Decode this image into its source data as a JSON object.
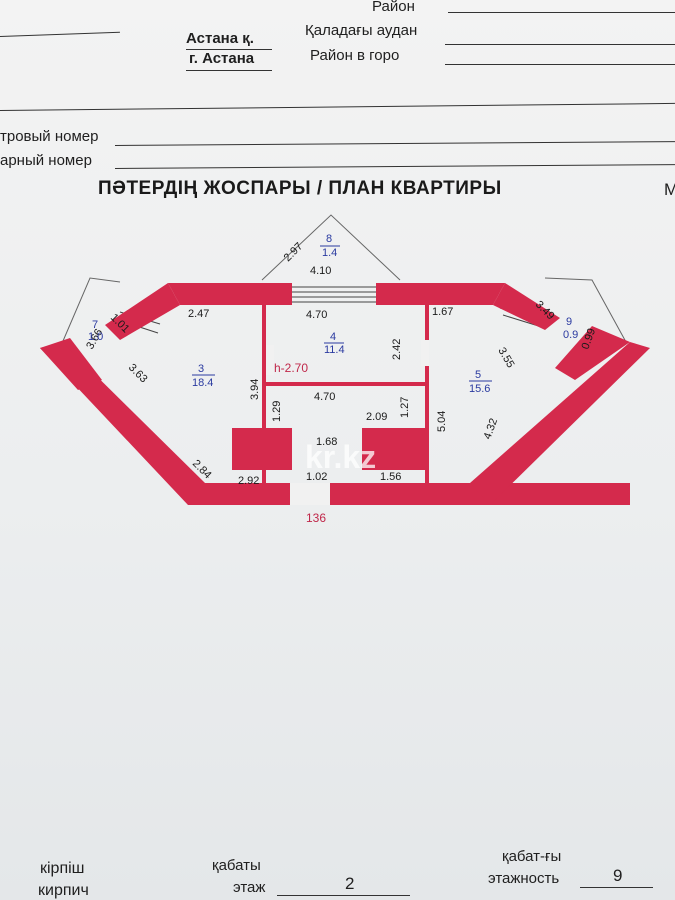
{
  "header": {
    "rayon_label": "Район",
    "city_kz": "Астана қ.",
    "district_kz": "Қаладағы аудан",
    "city_ru": "г. Астана",
    "district_ru": "Район в горо",
    "cadastral_label": "тровый номер",
    "inventory_label": "арный номер",
    "corner_letter": "М"
  },
  "title": "ПӘТЕРДІҢ ЖОСПАРЫ / ПЛАН КВАРТИРЫ",
  "plan": {
    "dimensions": [
      "2.97",
      "4.10",
      "4.70",
      "2.47",
      "1.01",
      "3.66",
      "3.63",
      "2.42",
      "1.67",
      "3.49",
      "0.99",
      "3.55",
      "3.94",
      "4.70",
      "1.29",
      "1.27",
      "2.09",
      "5.04",
      "4.32",
      "1.68",
      "2.92",
      "1.02",
      "1.56",
      "2.84"
    ],
    "rooms": [
      {
        "number": "8",
        "area": "1.4"
      },
      {
        "number": "7",
        "area": "1.0"
      },
      {
        "number": "4",
        "area": "11.4"
      },
      {
        "number": "9",
        "area": "0.9"
      },
      {
        "number": "3",
        "area": "18.4"
      },
      {
        "number": "5",
        "area": "15.6"
      }
    ],
    "height_label": "h-2.70",
    "bottom_marker": "136",
    "watermark": "kr.kz"
  },
  "footer": {
    "material_kz": "кірпіш",
    "material_ru": "кирпич",
    "floor_kz": "қабаты",
    "floor_ru": "этаж",
    "floor_value": "2",
    "floors_total_kz": "қабат-ғы",
    "floors_total_ru": "этажность",
    "floors_total_value": "9"
  },
  "colors": {
    "wall": "#d42a4c",
    "room_label": "#2a3aa0",
    "marker": "#c0284a"
  }
}
